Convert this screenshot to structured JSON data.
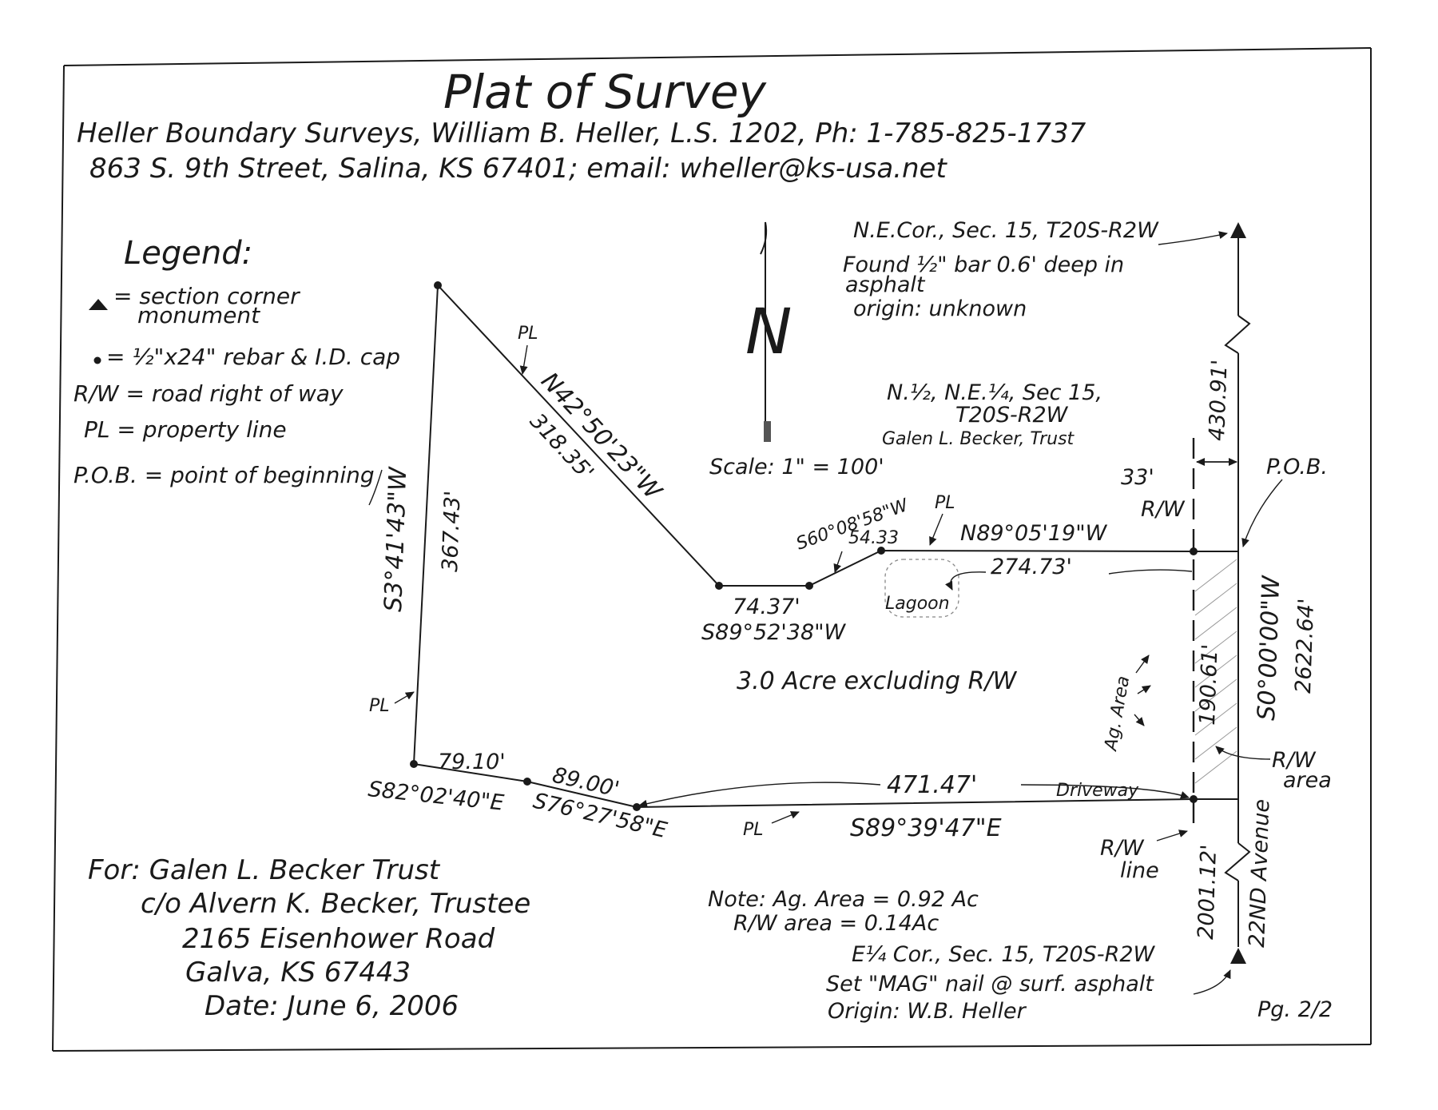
{
  "title": "Plat of Survey",
  "header": {
    "line1": "Heller Boundary Surveys, William B. Heller, L.S. 1202, Ph: 1-785-825-1737",
    "line2": "863 S. 9th Street, Salina, KS 67401; email: wheller@ks-usa.net"
  },
  "legend": {
    "heading": "Legend:",
    "items": [
      "= section corner",
      "monument",
      "= ½\"x24\" rebar & I.D. cap",
      "R/W = road right of way",
      "PL = property line",
      "P.O.B. = point of beginning"
    ]
  },
  "north": {
    "letter": "N"
  },
  "scale": "Scale: 1\" = 100'",
  "ne_corner": {
    "line1": "N.E.Cor., Sec. 15, T20S-R2W",
    "line2": "Found ½\" bar 0.6' deep in",
    "line3": "asphalt",
    "line4": "origin: unknown"
  },
  "tract": {
    "line1": "N.½, N.E.¼, Sec 15,",
    "line2": "T20S-R2W",
    "line3": "Galen L. Becker, Trust"
  },
  "labels": {
    "pl": "PL",
    "pob": "P.O.B.",
    "rw_33": "33'",
    "rw": "R/W",
    "n42_bearing": "N42°50'23\"W",
    "n42_dist": "318.35'",
    "s3_bearing": "S3°41'43\"W",
    "s3_dist": "367.43'",
    "s60_bearing": "S60°08'58\"W",
    "s60_dist": "54.33",
    "n89_bearing": "N89°05'19\"W",
    "n89_dist": "274.73'",
    "lagoon": "Lagoon",
    "s89_52_dist": "74.37'",
    "s89_52_bearing": "S89°52'38\"W",
    "acre_note": "3.0 Acre excluding R/W",
    "ag_area": "Ag. Area",
    "dist_190": "190.61'",
    "east_bearing": "S0°00'00\"W",
    "east_dist": "2622.64'",
    "dist_430": "430.91'",
    "rw_area_1": "R/W",
    "rw_area_2": "area",
    "s82_dist": "79.10'",
    "s82_bearing": "S82°02'40\"E",
    "s76_dist": "89.00'",
    "s76_bearing": "S76°27'58\"E",
    "s89_39_dist": "471.47'",
    "s89_39_bearing": "S89°39'47\"E",
    "driveway": "Driveway",
    "rw_line_1": "R/W",
    "rw_line_2": "line",
    "dist_2001": "2001.12'",
    "avenue": "22ND Avenue"
  },
  "client": {
    "line1": "For: Galen L. Becker Trust",
    "line2": "c/o Alvern K. Becker, Trustee",
    "line3": "2165 Eisenhower Road",
    "line4": "Galva, KS 67443",
    "date": "Date: June 6, 2006"
  },
  "note": {
    "line1": "Note: Ag. Area = 0.92 Ac",
    "line2": "R/W area = 0.14Ac"
  },
  "e_corner": {
    "line1": "E¼ Cor., Sec. 15, T20S-R2W",
    "line2": "Set \"MAG\" nail @ surf. asphalt",
    "line3": "Origin: W.B. Heller"
  },
  "page": "Pg. 2/2"
}
